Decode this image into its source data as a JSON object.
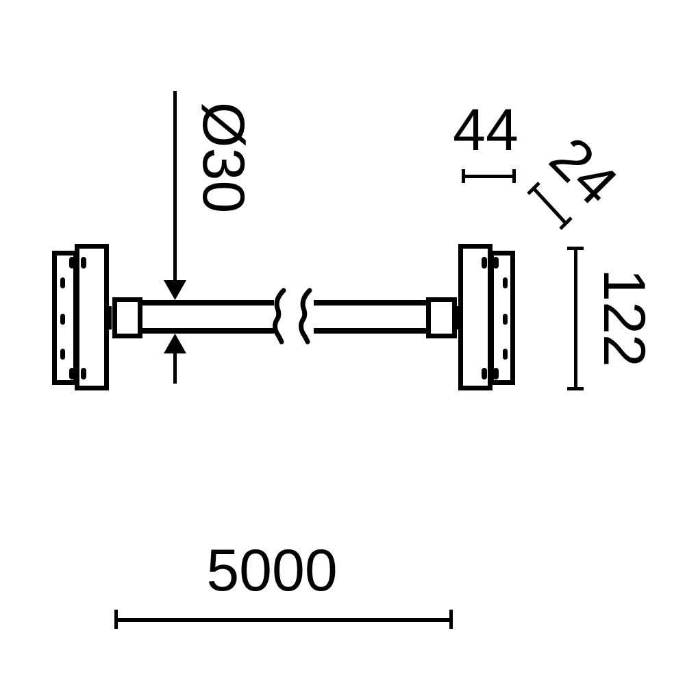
{
  "drawing": {
    "type": "technical-dimension-drawing",
    "colors": {
      "ink": "#000000",
      "background": "#ffffff"
    },
    "dimensions": {
      "rod_diameter": "Ø30",
      "endcap_width": "44",
      "endcap_depth": "24",
      "mount_height": "122",
      "overall_length": "5000"
    }
  }
}
